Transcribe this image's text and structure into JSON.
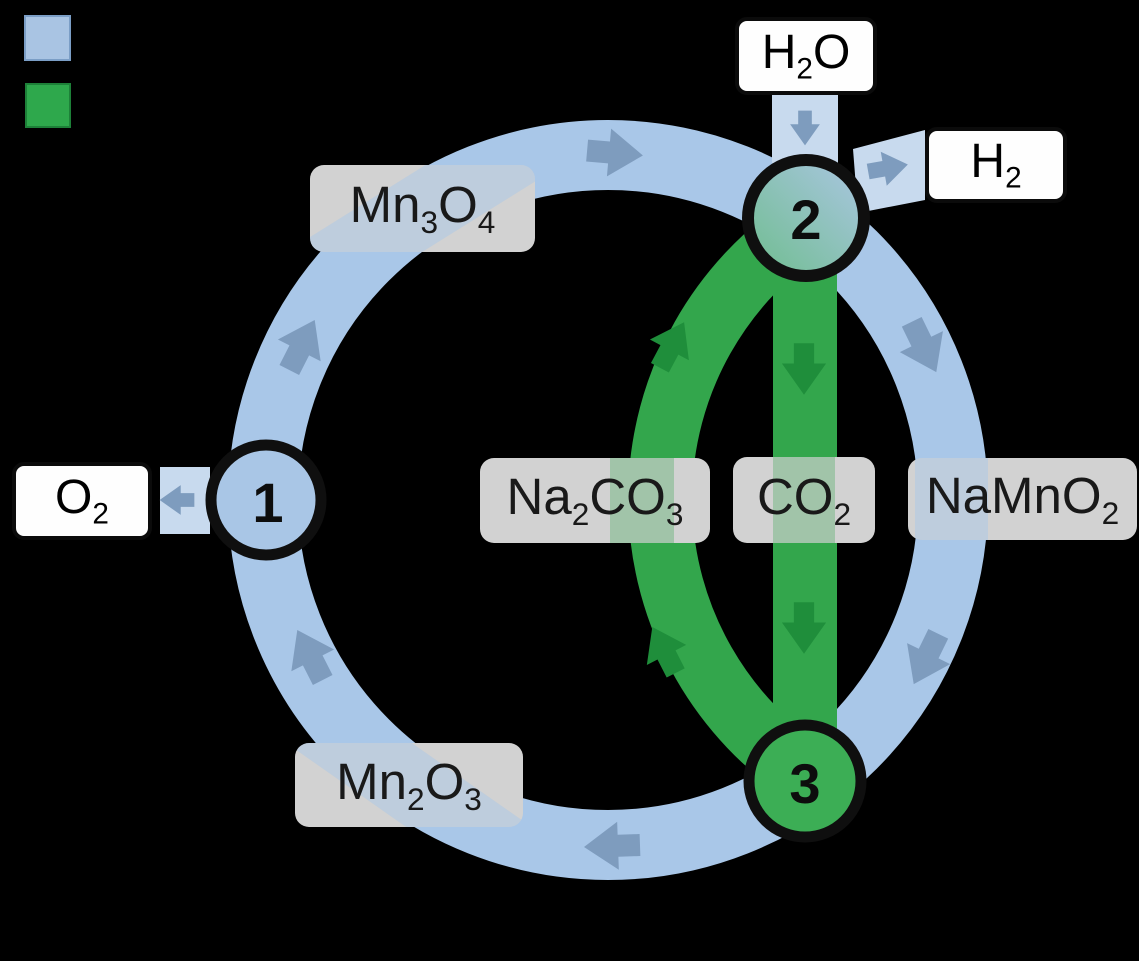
{
  "legend": {
    "swatches": [
      {
        "name": "blue-cycle-swatch",
        "color": "#a9c4e3"
      },
      {
        "name": "green-cycle-swatch",
        "color": "#2ea84c"
      }
    ]
  },
  "nodes": {
    "n1": "1",
    "n2": "2",
    "n3": "3"
  },
  "species": {
    "mn3o4": "Mn3O4",
    "na2co3": "Na2CO3",
    "co2": "CO2",
    "namno2": "NaMnO2",
    "mn2o3": "Mn2O3"
  },
  "gases": {
    "h2o": "H2O",
    "h2": "H2",
    "o2": "O2"
  },
  "colors": {
    "background": "#000000",
    "cycle_blue": "#a9c7e8",
    "connector_blue": "#c8daee",
    "arrow_blue": "#7e9cbe",
    "cycle_green": "#33a64c",
    "arrow_green": "#1f8e3b",
    "node1_fill": "#a9c6e6",
    "node3_fill": "#3cae55",
    "node2_gradient_start": "#6ebd8e",
    "node2_gradient_end": "#abc6e3",
    "node_ring_black": "#0f0f0f",
    "label_box_gray": "#d2d2d2",
    "gas_box_white": "#fefefe"
  }
}
